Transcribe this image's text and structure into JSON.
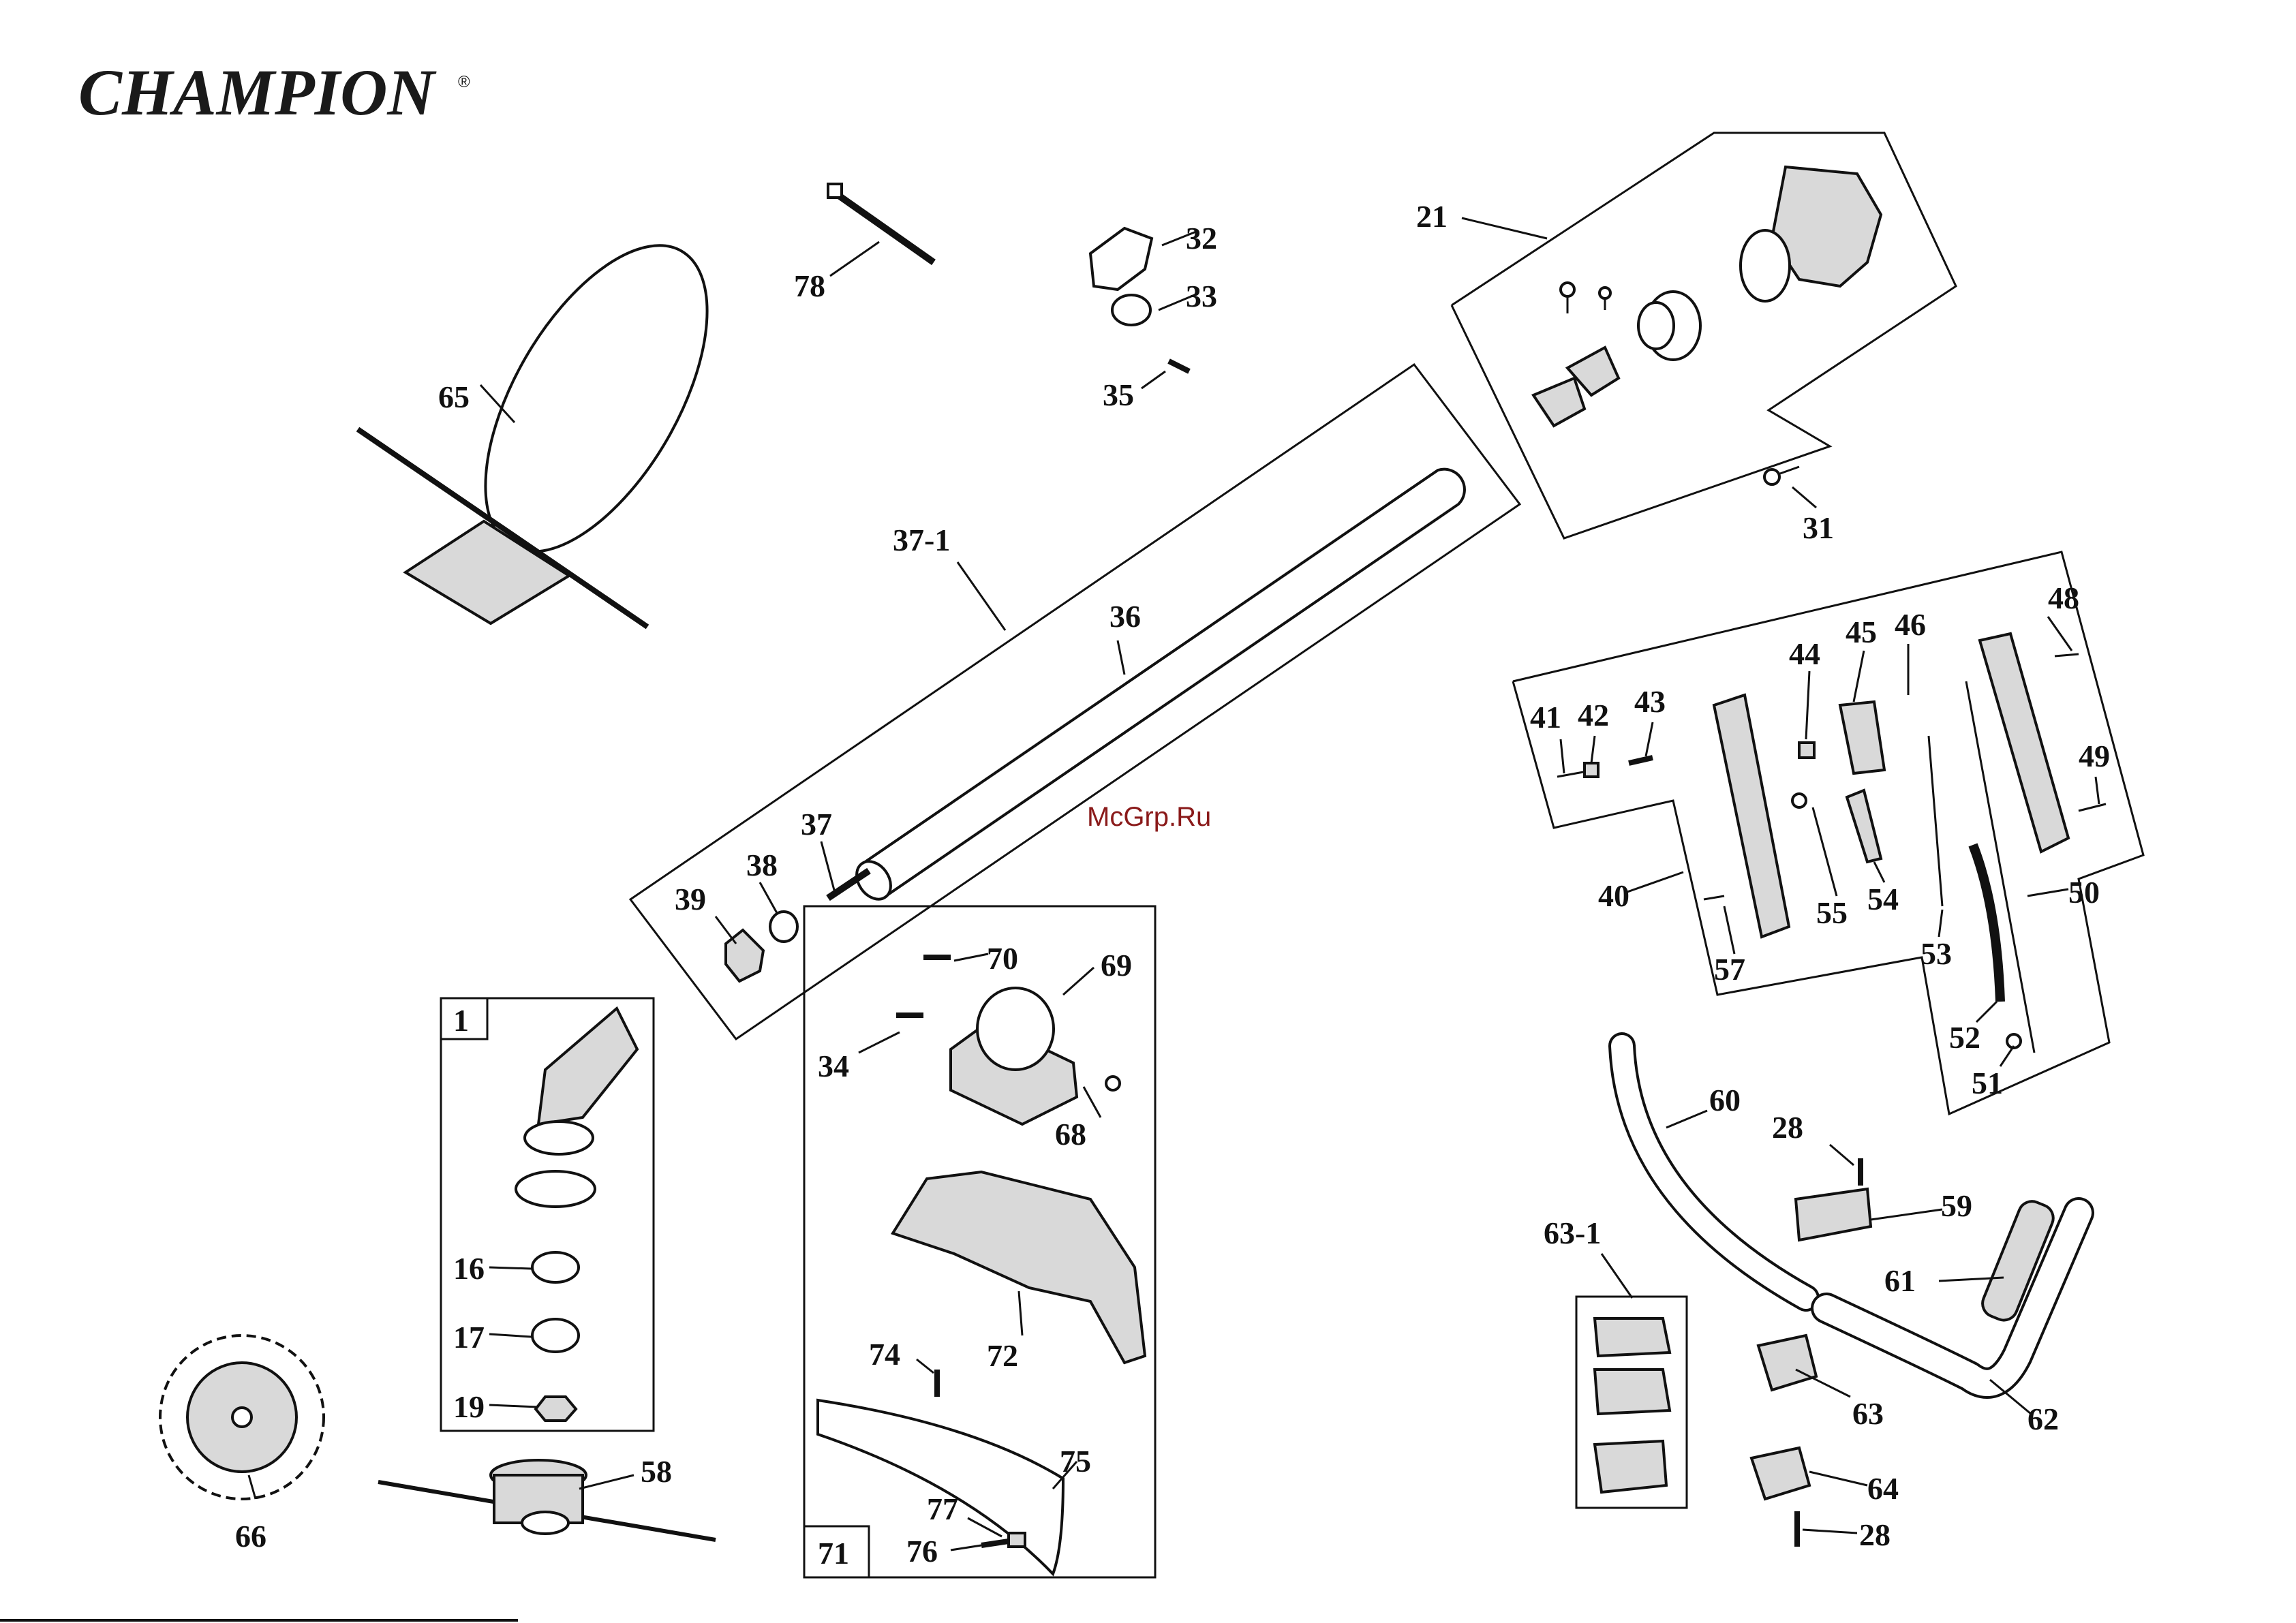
{
  "brand": {
    "logo_text": "CHAMPION",
    "registered_mark": "®"
  },
  "watermark": "McGrp.Ru",
  "part_numbers": {
    "p1": "1",
    "p16": "16",
    "p17": "17",
    "p19": "19",
    "p21": "21",
    "p28a": "28",
    "p28b": "28",
    "p31": "31",
    "p32": "32",
    "p33": "33",
    "p34": "34",
    "p35": "35",
    "p36": "36",
    "p37": "37",
    "p37_1": "37-1",
    "p38": "38",
    "p39": "39",
    "p40": "40",
    "p41": "41",
    "p42": "42",
    "p43": "43",
    "p44": "44",
    "p45": "45",
    "p46": "46",
    "p48": "48",
    "p49": "49",
    "p50": "50",
    "p51": "51",
    "p52": "52",
    "p53": "53",
    "p54": "54",
    "p55": "55",
    "p57": "57",
    "p58": "58",
    "p59": "59",
    "p60": "60",
    "p61": "61",
    "p62": "62",
    "p63": "63",
    "p63_1": "63-1",
    "p64": "64",
    "p65": "65",
    "p66": "66",
    "p68": "68",
    "p69": "69",
    "p70": "70",
    "p71": "71",
    "p72": "72",
    "p74": "74",
    "p75": "75",
    "p76": "76",
    "p77": "77",
    "p78": "78"
  }
}
